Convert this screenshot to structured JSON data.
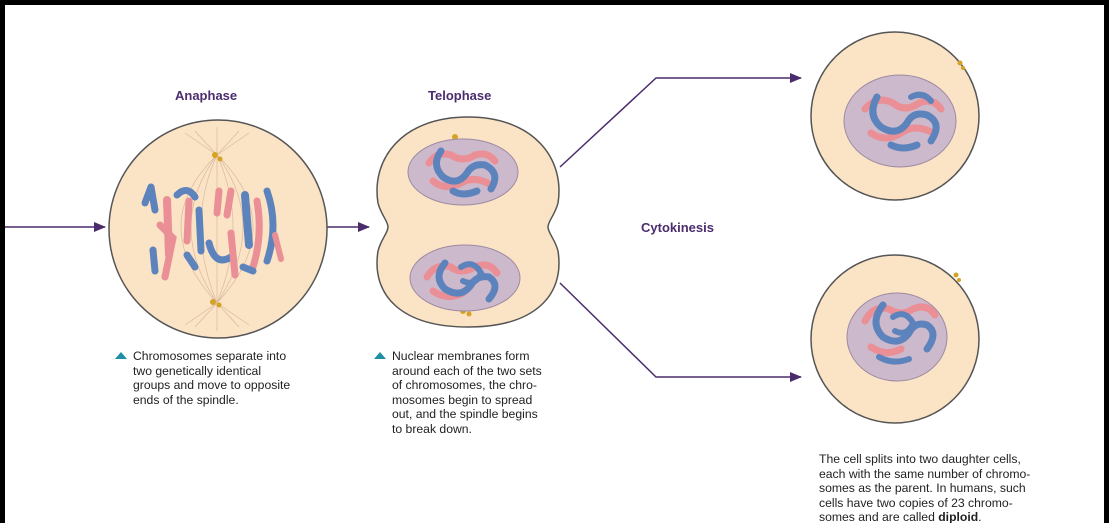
{
  "labels": {
    "anaphase": "Anaphase",
    "telophase": "Telophase",
    "cytokinesis": "Cytokinesis"
  },
  "captions": {
    "anaphase": "Chromosomes separate into\ntwo genetically identical\ngroups and move to opposite\nends of the spindle.",
    "telophase": "Nuclear membranes form\naround each of the two sets\nof chromosomes, the chro-\nmosomes begin to spread\nout, and the spindle begins\nto break down.",
    "cytokinesis_main": "The cell splits into two daughter cells,\neach with the same number of chromo-\nsomes as the parent. In humans, such\ncells have two copies of 23 chromo-\nsomes and are called ",
    "cytokinesis_bold": "diploid",
    "cytokinesis_end": "."
  },
  "colors": {
    "cell_fill": "#fbe3c6",
    "cell_stroke": "#4a4a4a",
    "nucleus_fill": "#cdb9cc",
    "chromosome_blue": "#5d83bd",
    "chromosome_pink": "#ea8f95",
    "arrow": "#4b2c6d",
    "centrosome": "#d6a224",
    "caption_marker": "#1f8fa6"
  }
}
